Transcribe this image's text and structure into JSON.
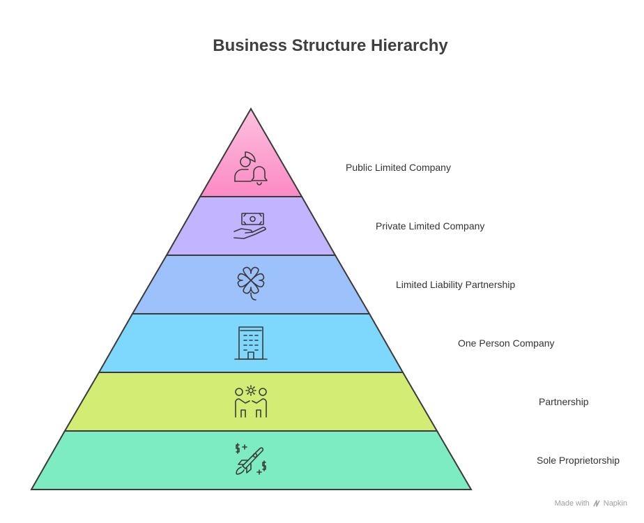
{
  "title": "Business Structure Hierarchy",
  "tiers": [
    {
      "label": "Public Limited Company",
      "icon": "investor-user-bell-icon",
      "color": "#fc96c8"
    },
    {
      "label": "Private Limited Company",
      "icon": "hand-money-icon",
      "color": "#c2b4fe"
    },
    {
      "label": "Limited Liability Partnership",
      "icon": "clover-icon",
      "color": "#9cc1fb"
    },
    {
      "label": "One Person Company",
      "icon": "office-building-icon",
      "color": "#7ed7fc"
    },
    {
      "label": "Partnership",
      "icon": "two-people-gear-icon",
      "color": "#d3ed74"
    },
    {
      "label": "Sole Proprietorship",
      "icon": "rocket-money-icon",
      "color": "#7decc2"
    }
  ],
  "footer": {
    "made_with": "Made with",
    "brand": "Napkin"
  }
}
